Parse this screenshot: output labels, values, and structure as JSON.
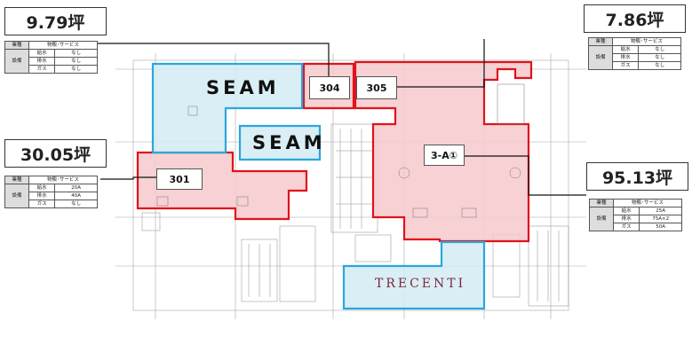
{
  "area_boxes": {
    "top_left": "9.79坪",
    "top_right": "7.86坪",
    "mid_left": "30.05坪",
    "mid_right": "95.13坪"
  },
  "units": {
    "u304": "304",
    "u305": "305",
    "u301": "301",
    "u3a": "3-A①"
  },
  "brands": {
    "seam_1": "SEAM",
    "seam_2": "SEAM",
    "trecenti": "TRECENTI"
  },
  "spec_tables": {
    "t1": {
      "h1": "業種",
      "h2": "物販･サービス",
      "grp": "設備",
      "r1k": "給水",
      "r1v": "なし",
      "r2k": "排水",
      "r2v": "なし",
      "r3k": "ガス",
      "r3v": "なし"
    },
    "t2": {
      "h1": "業種",
      "h2": "物販･サービス",
      "grp": "設備",
      "r1k": "給水",
      "r1v": "なし",
      "r2k": "排水",
      "r2v": "なし",
      "r3k": "ガス",
      "r3v": "なし"
    },
    "t3": {
      "h1": "業種",
      "h2": "物販･サービス",
      "grp": "設備",
      "r1k": "給水",
      "r1v": "20A",
      "r2k": "排水",
      "r2v": "40A",
      "r3k": "ガス",
      "r3v": "なし"
    },
    "t4": {
      "h1": "業種",
      "h2": "物販･サービス",
      "grp": "設備",
      "r1k": "給水",
      "r1v": "25A",
      "r2k": "排水",
      "r2v": "75A×2",
      "r3k": "ガス",
      "r3v": "50A"
    }
  },
  "colors": {
    "red_zone_fill": "#f6c9cc",
    "red_zone_stroke": "#e0131b",
    "blue_zone_fill": "#d4ebf5",
    "blue_zone_stroke": "#2aa7dc",
    "plan_line": "#9a9a9a"
  }
}
